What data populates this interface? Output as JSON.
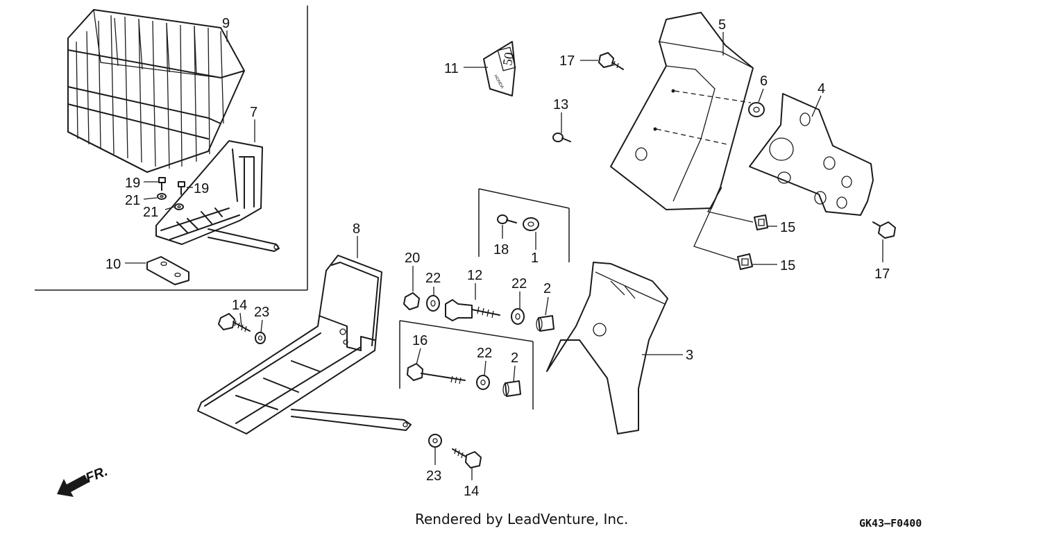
{
  "callouts": {
    "c1": "1",
    "c2a": "2",
    "c2b": "2",
    "c3": "3",
    "c4": "4",
    "c5": "5",
    "c6": "6",
    "c7": "7",
    "c8": "8",
    "c9": "9",
    "c10": "10",
    "c11": "11",
    "c12": "12",
    "c13": "13",
    "c14a": "14",
    "c14b": "14",
    "c15a": "15",
    "c15b": "15",
    "c16": "16",
    "c17a": "17",
    "c17b": "17",
    "c18": "18",
    "c19a": "19",
    "c19b": "19",
    "c20": "20",
    "c21a": "21",
    "c21b": "21",
    "c22a": "22",
    "c22b": "22",
    "c22c": "22",
    "c23a": "23",
    "c23b": "23"
  },
  "emblem": {
    "number": "50",
    "brand": "HONDA"
  },
  "direction": {
    "label": "FR."
  },
  "footer": {
    "credit": "Rendered by LeadVenture, Inc.",
    "code": "GK43—F0400"
  },
  "colors": {
    "ink": "#1a1a1a",
    "background": "#ffffff"
  }
}
